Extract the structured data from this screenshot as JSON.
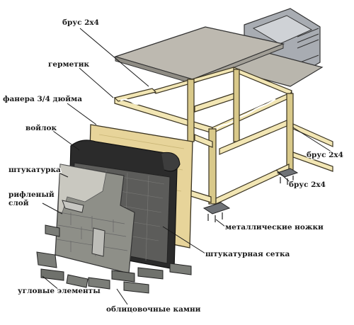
{
  "labels": {
    "brus_top": "брус 2х4",
    "germetik": "герметик",
    "fanera": "фанера 3/4 дюйма",
    "voilok": "войлок",
    "shtukaturka": "штукатурка",
    "riflenyi_1": "рифленый",
    "riflenyi_2": "слой",
    "brus_right": "брус 2х4",
    "brus_right2": "брус 2х4",
    "nozhki": "металлические ножки",
    "setka": "штукатурная сетка",
    "uglovye": "угловые элементы",
    "kamni": "облицовочные камни"
  },
  "colors": {
    "wood": "#f2e6b4",
    "countertop": "#b9b6ad",
    "grill": "#a8acb2",
    "felt": "#2b2b2b",
    "stone": "#8e8f88"
  }
}
